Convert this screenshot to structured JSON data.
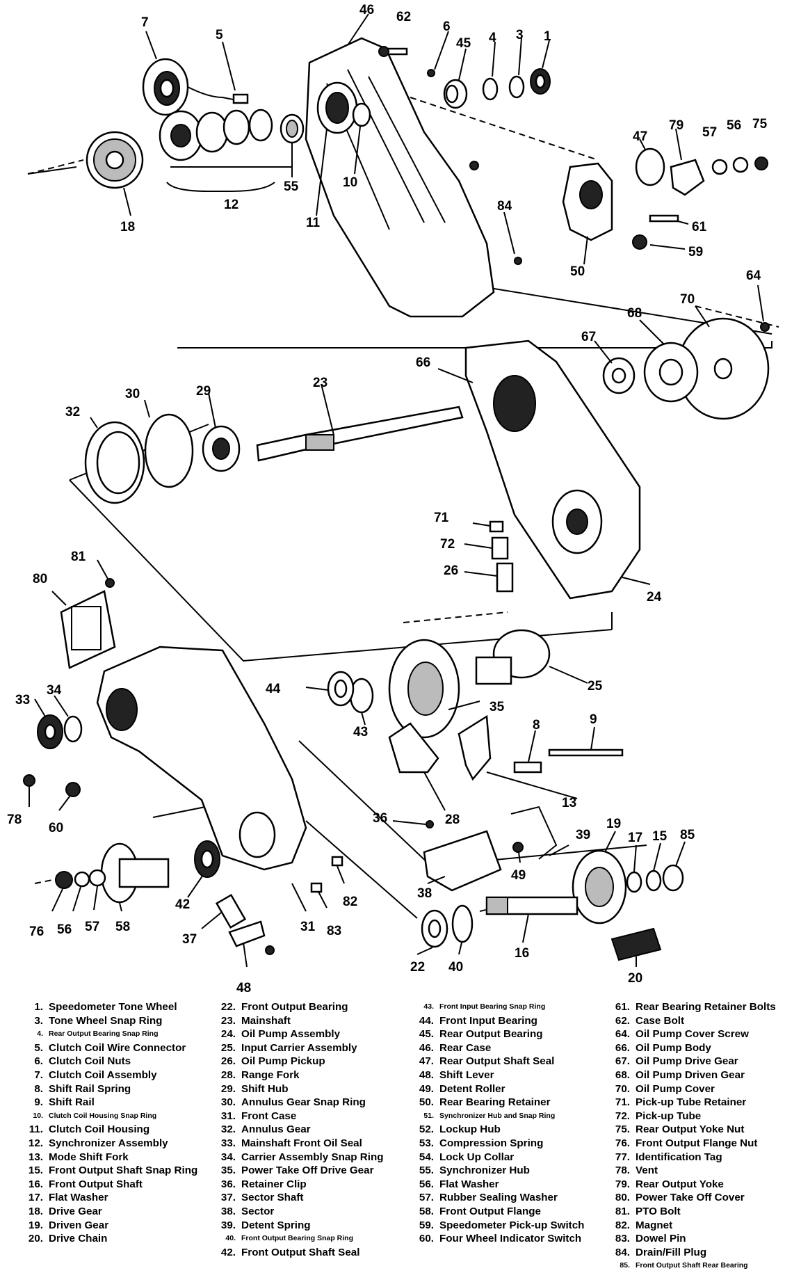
{
  "callouts": [
    "7",
    "5",
    "46",
    "62",
    "6",
    "45",
    "4",
    "3",
    "1",
    "47",
    "79",
    "57",
    "56",
    "75",
    "18",
    "12",
    "55",
    "11",
    "10",
    "84",
    "61",
    "59",
    "50",
    "64",
    "70",
    "68",
    "67",
    "66",
    "23",
    "29",
    "30",
    "32",
    "71",
    "72",
    "26",
    "24",
    "81",
    "80",
    "25",
    "35",
    "44",
    "43",
    "33",
    "34",
    "8",
    "9",
    "13",
    "78",
    "60",
    "36",
    "28",
    "19",
    "17",
    "15",
    "85",
    "39",
    "49",
    "38",
    "42",
    "82",
    "83",
    "31",
    "76",
    "56",
    "57",
    "58",
    "37",
    "22",
    "40",
    "16",
    "48",
    "20"
  ],
  "legend": {
    "columns": [
      [
        {
          "num": "1.",
          "label": "Speedometer Tone Wheel"
        },
        {
          "num": "3.",
          "label": "Tone Wheel Snap Ring"
        },
        {
          "num": "4.",
          "label": "Rear Output Bearing Snap Ring"
        },
        {
          "num": "5.",
          "label": "Clutch Coil Wire Connector"
        },
        {
          "num": "6.",
          "label": "Clutch Coil Nuts"
        },
        {
          "num": "7.",
          "label": "Clutch Coil Assembly"
        },
        {
          "num": "8.",
          "label": "Shift Rail Spring"
        },
        {
          "num": "9.",
          "label": "Shift Rail"
        },
        {
          "num": "10.",
          "label": "Clutch Coil Housing Snap Ring"
        },
        {
          "num": "11.",
          "label": "Clutch Coil Housing"
        },
        {
          "num": "12.",
          "label": "Synchronizer Assembly"
        },
        {
          "num": "13.",
          "label": "Mode Shift Fork"
        },
        {
          "num": "15.",
          "label": "Front Output Shaft Snap Ring"
        },
        {
          "num": "16.",
          "label": "Front Output Shaft"
        },
        {
          "num": "17.",
          "label": "Flat Washer"
        },
        {
          "num": "18.",
          "label": "Drive Gear"
        },
        {
          "num": "19.",
          "label": "Driven Gear"
        },
        {
          "num": "20.",
          "label": "Drive Chain"
        }
      ],
      [
        {
          "num": "22.",
          "label": "Front Output Bearing"
        },
        {
          "num": "23.",
          "label": "Mainshaft"
        },
        {
          "num": "24.",
          "label": "Oil Pump Assembly"
        },
        {
          "num": "25.",
          "label": "Input Carrier Assembly"
        },
        {
          "num": "26.",
          "label": "Oil Pump Pickup"
        },
        {
          "num": "28.",
          "label": "Range Fork"
        },
        {
          "num": "29.",
          "label": "Shift Hub"
        },
        {
          "num": "30.",
          "label": "Annulus Gear Snap Ring"
        },
        {
          "num": "31.",
          "label": "Front Case"
        },
        {
          "num": "32.",
          "label": "Annulus Gear"
        },
        {
          "num": "33.",
          "label": "Mainshaft Front Oil Seal"
        },
        {
          "num": "34.",
          "label": "Carrier Assembly Snap Ring"
        },
        {
          "num": "35.",
          "label": "Power Take Off Drive Gear"
        },
        {
          "num": "36.",
          "label": "Retainer Clip"
        },
        {
          "num": "37.",
          "label": "Sector Shaft"
        },
        {
          "num": "38.",
          "label": "Sector"
        },
        {
          "num": "39.",
          "label": "Detent Spring"
        },
        {
          "num": "40.",
          "label": "Front Output Bearing Snap Ring"
        },
        {
          "num": "42.",
          "label": "Front Output Shaft Seal"
        }
      ],
      [
        {
          "num": "43.",
          "label": "Front Input Bearing Snap Ring"
        },
        {
          "num": "44.",
          "label": "Front Input Bearing"
        },
        {
          "num": "45.",
          "label": "Rear Output Bearing"
        },
        {
          "num": "46.",
          "label": "Rear Case"
        },
        {
          "num": "47.",
          "label": "Rear Output Shaft Seal"
        },
        {
          "num": "48.",
          "label": "Shift Lever"
        },
        {
          "num": "49.",
          "label": "Detent Roller"
        },
        {
          "num": "50.",
          "label": "Rear Bearing Retainer"
        },
        {
          "num": "51.",
          "label": "Synchronizer Hub and Snap Ring"
        },
        {
          "num": "52.",
          "label": "Lockup Hub"
        },
        {
          "num": "53.",
          "label": "Compression Spring"
        },
        {
          "num": "54.",
          "label": "Lock Up Collar"
        },
        {
          "num": "55.",
          "label": "Synchronizer Hub"
        },
        {
          "num": "56.",
          "label": "Flat Washer"
        },
        {
          "num": "57.",
          "label": "Rubber Sealing Washer"
        },
        {
          "num": "58.",
          "label": "Front Output Flange"
        },
        {
          "num": "59.",
          "label": "Speedometer Pick-up Switch"
        },
        {
          "num": "60.",
          "label": "Four Wheel Indicator Switch"
        }
      ],
      [
        {
          "num": "61.",
          "label": "Rear Bearing Retainer Bolts"
        },
        {
          "num": "62.",
          "label": "Case Bolt"
        },
        {
          "num": "64.",
          "label": "Oil Pump Cover Screw"
        },
        {
          "num": "66.",
          "label": "Oil Pump Body"
        },
        {
          "num": "67.",
          "label": "Oil Pump Drive Gear"
        },
        {
          "num": "68.",
          "label": "Oil Pump Driven Gear"
        },
        {
          "num": "70.",
          "label": "Oil Pump Cover"
        },
        {
          "num": "71.",
          "label": "Pick-up Tube Retainer"
        },
        {
          "num": "72.",
          "label": "Pick-up Tube"
        },
        {
          "num": "75.",
          "label": "Rear Output Yoke Nut"
        },
        {
          "num": "76.",
          "label": "Front Output Flange Nut"
        },
        {
          "num": "77.",
          "label": "Identification Tag"
        },
        {
          "num": "78.",
          "label": "Vent"
        },
        {
          "num": "79.",
          "label": "Rear Output Yoke"
        },
        {
          "num": "80.",
          "label": "Power Take Off Cover"
        },
        {
          "num": "81.",
          "label": "PTO Bolt"
        },
        {
          "num": "82.",
          "label": "Magnet"
        },
        {
          "num": "83.",
          "label": "Dowel Pin"
        },
        {
          "num": "84.",
          "label": "Drain/Fill Plug"
        },
        {
          "num": "85.",
          "label": "Front Output Shaft Rear Bearing"
        }
      ]
    ]
  }
}
